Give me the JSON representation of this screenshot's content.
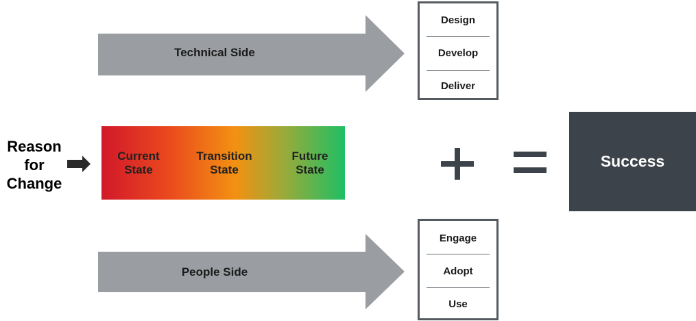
{
  "colors": {
    "arrow_gray": "#9a9da1",
    "dark_slate": "#3d434a",
    "gradient": [
      "#d2182a",
      "#ea4a1d",
      "#f39112",
      "#9aaa3a",
      "#1fbf64"
    ]
  },
  "technical": {
    "label": "Technical Side",
    "steps": [
      "Design",
      "Develop",
      "Deliver"
    ]
  },
  "people": {
    "label": "People Side",
    "steps": [
      "Engage",
      "Adopt",
      "Use"
    ]
  },
  "reason": {
    "line1": "Reason",
    "line2": "for",
    "line3": "Change"
  },
  "states": {
    "current_line1": "Current",
    "current_line2": "State",
    "transition_line1": "Transition",
    "transition_line2": "State",
    "future_line1": "Future",
    "future_line2": "State"
  },
  "operators": {
    "plus": "+",
    "equals": "="
  },
  "result": {
    "label": "Success"
  }
}
